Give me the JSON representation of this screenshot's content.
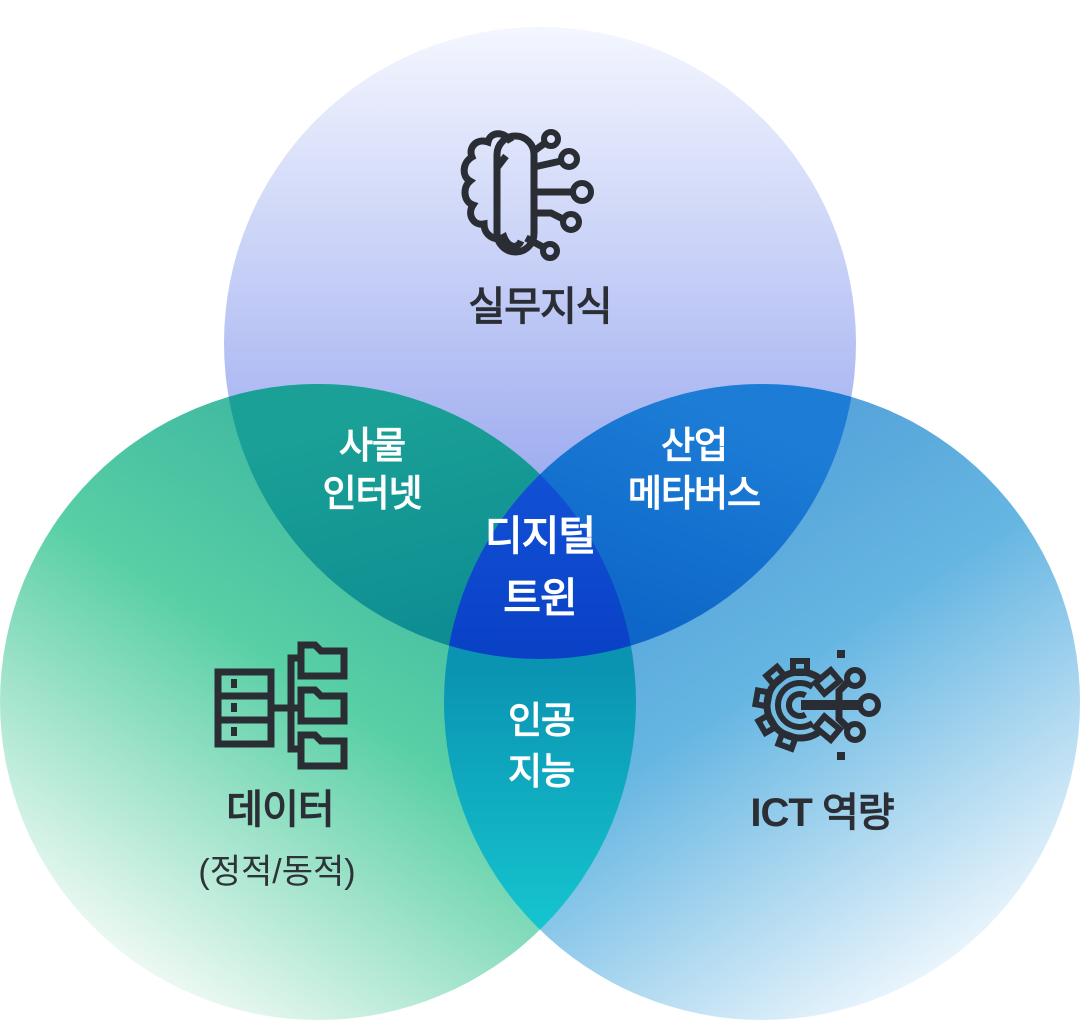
{
  "diagram": {
    "type": "venn-3-circles",
    "circles": {
      "knowledge": {
        "label": "실무지식",
        "icon": "brain-circuit-icon"
      },
      "data": {
        "label": "데이터",
        "sublabel": "(정적/동적)",
        "icon": "data-folder-tree-icon"
      },
      "ict": {
        "label": "ICT 역량",
        "icon": "gear-circuit-icon"
      }
    },
    "overlaps": {
      "iot": {
        "line1": "사물",
        "line2": "인터넷"
      },
      "industrial_metaverse": {
        "line1": "산업",
        "line2": "메타버스"
      },
      "ai": {
        "line1": "인공",
        "line2": "지능"
      },
      "digital_twin": {
        "line1": "디지털",
        "line2": "트윈"
      }
    }
  },
  "colors": {
    "background": "#ffffff",
    "text_dark": "#2b2f35",
    "text_light": "#ffffff",
    "icon_stroke": "#2a2e34",
    "knowledge_top": "#f3f6fe",
    "knowledge_bottom": "#7d90ea",
    "data_light": "#edf9f3",
    "data_strong": "#58cfa5",
    "data_deep": "#38b2a0",
    "ict_light": "#eaf5fc",
    "ict_strong": "#66b6e2",
    "ict_deep": "#4f9cd7",
    "iot_top": "#1aa096",
    "iot_bottom": "#0c8b92",
    "metaverse_top": "#1d7dd6",
    "metaverse_bottom": "#0b63c6",
    "ai_top": "#0a93b2",
    "ai_bottom": "#15c4ce",
    "digital_twin_top": "#1150d5",
    "digital_twin_bottom": "#0a41c6"
  }
}
